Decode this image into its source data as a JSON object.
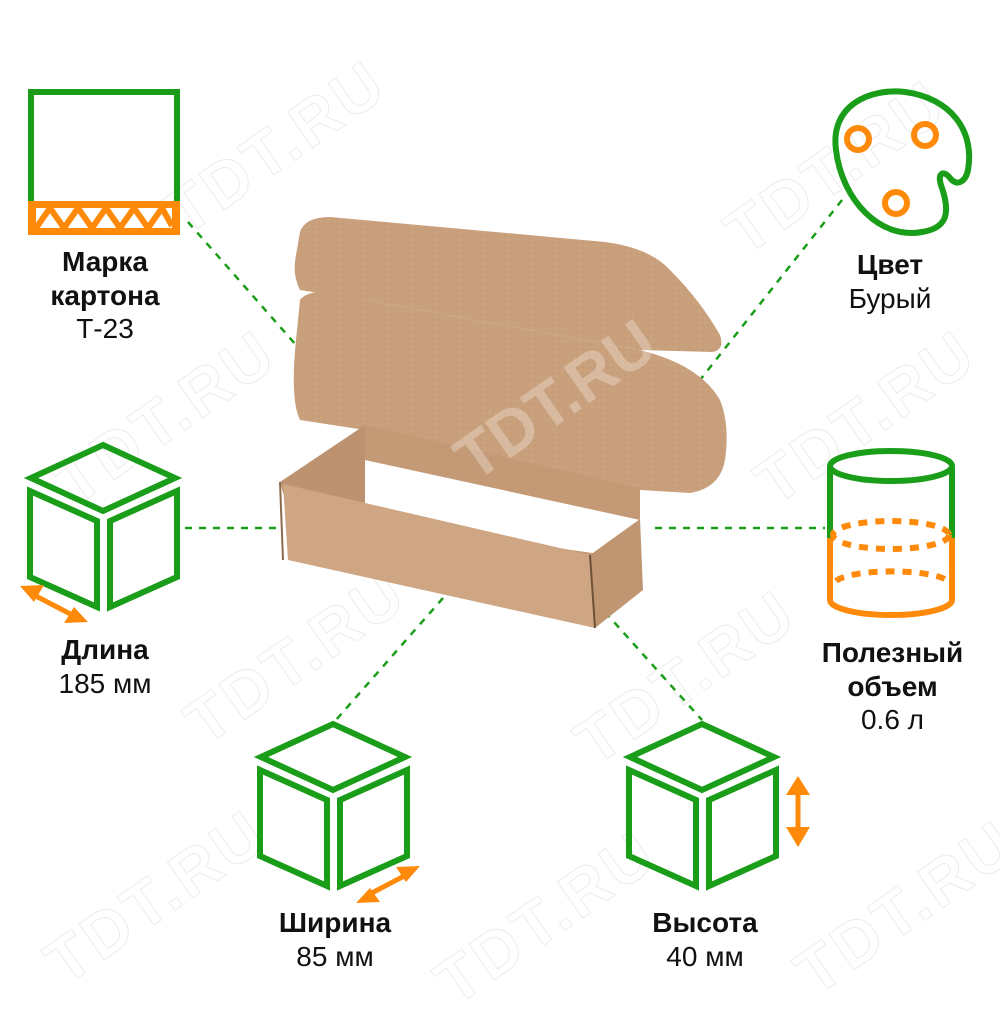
{
  "colors": {
    "green": "#1a9e1a",
    "orange": "#ff8a0a",
    "cardboard": "#caa07c",
    "cardboard_dark": "#b98c66",
    "dash_line": "#1a9e1a",
    "text": "#111111"
  },
  "watermark": {
    "text": "TDT.RU"
  },
  "product": {
    "image": "open-kraft-mailer-box"
  },
  "specs": [
    {
      "id": "cardboard-grade",
      "icon": "corrugated-cardboard-icon",
      "title": "Марка картона",
      "title_line1": "Марка",
      "title_line2": "картона",
      "value": "Т-23"
    },
    {
      "id": "color",
      "icon": "palette-icon",
      "title": "Цвет",
      "value": "Бурый"
    },
    {
      "id": "length",
      "icon": "cube-length-icon",
      "title": "Длина",
      "value": "185 мм"
    },
    {
      "id": "useful-volume",
      "icon": "cylinder-volume-icon",
      "title": "Полезный объем",
      "title_line1": "Полезный",
      "title_line2": "объем",
      "value": "0.6 л"
    },
    {
      "id": "width",
      "icon": "cube-width-icon",
      "title": "Ширина",
      "value": "85 мм"
    },
    {
      "id": "height",
      "icon": "cube-height-icon",
      "title": "Высота",
      "value": "40 мм"
    }
  ]
}
